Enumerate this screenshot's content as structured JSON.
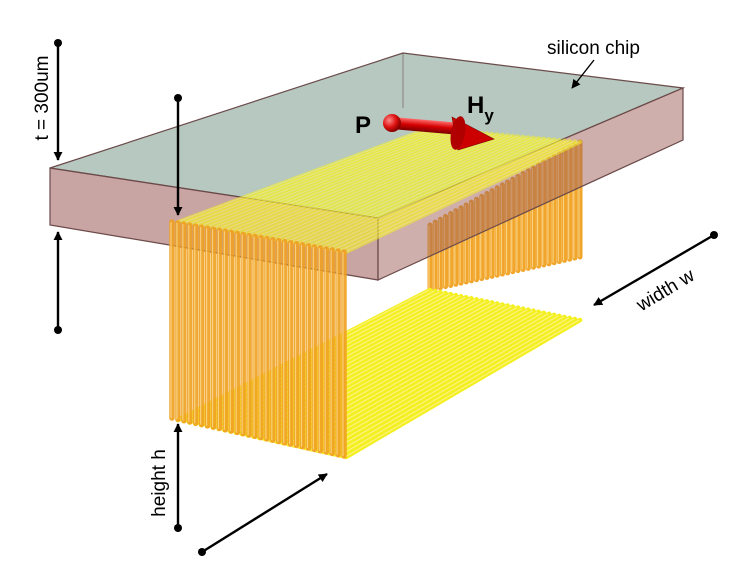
{
  "labels": {
    "chip": "silicon chip",
    "thickness": "t = 300um",
    "point": "P",
    "field_main": "H",
    "field_sub": "y",
    "width": "width w",
    "height": "height h"
  },
  "colors": {
    "chip_top": "#7a9a8a",
    "chip_side": "#9a5a55",
    "wire": "#f0a020",
    "wire_bottom": "#f4f020",
    "arrow": "#cc0000"
  }
}
